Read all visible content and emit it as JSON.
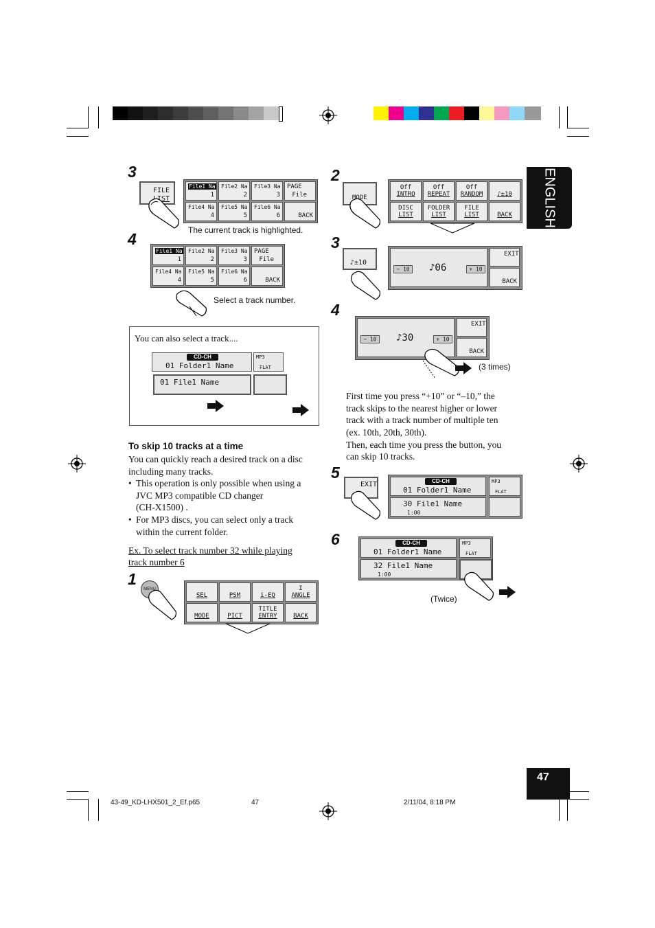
{
  "side_tab": {
    "text": "ENGLISH"
  },
  "page_number": "47",
  "footer": {
    "file": "43-49_KD-LHX501_2_Ef.p65",
    "page": "47",
    "date": "2/11/04, 8:18 PM"
  },
  "left": {
    "step3": {
      "num": "3",
      "button": {
        "line1": "FILE",
        "line2": "LIST"
      },
      "grid": [
        {
          "name": "File1 Na",
          "track": "1",
          "highlight": true
        },
        {
          "name": "File2 Na",
          "track": "2"
        },
        {
          "name": "File3 Na",
          "track": "3"
        },
        {
          "name": "File4 Na",
          "track": "4"
        },
        {
          "name": "File5 Na",
          "track": "5"
        },
        {
          "name": "File6 Na",
          "track": "6"
        }
      ],
      "page_btn": {
        "line1": "PAGE",
        "line2": "File"
      },
      "back_label": "BACK",
      "caption": "The current track is highlighted."
    },
    "step4": {
      "num": "4",
      "grid": [
        {
          "name": "File1 Na",
          "track": "1",
          "highlight": true
        },
        {
          "name": "File2 Na",
          "track": "2"
        },
        {
          "name": "File3 Na",
          "track": "3"
        },
        {
          "name": "File4 Na",
          "track": "4"
        },
        {
          "name": "File5 Na",
          "track": "5"
        },
        {
          "name": "File6 Na",
          "track": "6"
        }
      ],
      "page_btn": {
        "line1": "PAGE",
        "line2": "File"
      },
      "back_label": "BACK",
      "caption": "Select a track number."
    },
    "also_box": {
      "title": "You can also select a track....",
      "source": "CD-CH",
      "folder": "01 Folder1 Name",
      "file": "01 File1 Name",
      "mp3": "MP3",
      "flat": "FLAT"
    },
    "skip": {
      "heading": "To skip 10 tracks at a time",
      "intro": "You can quickly reach a desired track on a disc including many tracks.",
      "bullet1_a": "This operation is only possible when using  a",
      "bullet1_b": "JVC MP3 compatible CD changer",
      "bullet1_c": "(CH-X1500) .",
      "bullet2_a": "For MP3 discs, you can select only a track",
      "bullet2_b": "within the current folder.",
      "example_a": "Ex. To select track number 32 while playing",
      "example_b": "track number 6"
    },
    "step1": {
      "num": "1",
      "menu_label": "MENU",
      "buttons": [
        {
          "top": "",
          "label": "SEL"
        },
        {
          "top": "",
          "label": "PSM"
        },
        {
          "top": "",
          "label": "i-EQ"
        },
        {
          "top": "I",
          "label": "ANGLE"
        },
        {
          "top": "",
          "label": "MODE"
        },
        {
          "top": "",
          "label": "PICT"
        },
        {
          "top": "TITLE",
          "label": "ENTRY"
        },
        {
          "top": "",
          "label": "BACK"
        }
      ]
    }
  },
  "right": {
    "step2": {
      "num": "2",
      "mode_btn": "MODE",
      "buttons": [
        {
          "top": "Off",
          "label": "INTRO"
        },
        {
          "top": "Off",
          "label": "REPEAT"
        },
        {
          "top": "Off",
          "label": "RANDOM"
        },
        {
          "top": "",
          "label": "♪±10"
        },
        {
          "top": "DISC",
          "label": "LIST"
        },
        {
          "top": "FOLDER",
          "label": "LIST"
        },
        {
          "top": "FILE",
          "label": "LIST"
        },
        {
          "top": "",
          "label": "BACK"
        }
      ]
    },
    "step3": {
      "num": "3",
      "button": "♪±10",
      "minus": "− 10",
      "track": "♪06",
      "plus": "+ 10",
      "exit": "EXIT",
      "back": "BACK"
    },
    "step4": {
      "num": "4",
      "minus": "− 10",
      "track": "♪30",
      "plus": "+ 10",
      "exit": "EXIT",
      "back": "BACK",
      "caption": "(3 times)"
    },
    "explain": [
      "First time you press “+10” or “–10,” the",
      "track skips to the nearest higher or lower",
      "track with a track number of multiple ten",
      "(ex. 10th, 20th, 30th).",
      "Then, each time you press the button, you",
      "can skip 10 tracks."
    ],
    "step5": {
      "num": "5",
      "exit": "EXIT",
      "source": "CD-CH",
      "folder": "01 Folder1 Name",
      "file": "30 File1 Name",
      "time": "1:00",
      "mp3": "MP3",
      "flat": "FLAT"
    },
    "step6": {
      "num": "6",
      "source": "CD-CH",
      "folder": "01 Folder1 Name",
      "file": "32 File1 Name",
      "time": "1:00",
      "mp3": "MP3",
      "flat": "FLAT",
      "caption": "(Twice)"
    }
  },
  "colors": {
    "tab_bg": "#111111",
    "tab_text": "#ffffff"
  }
}
